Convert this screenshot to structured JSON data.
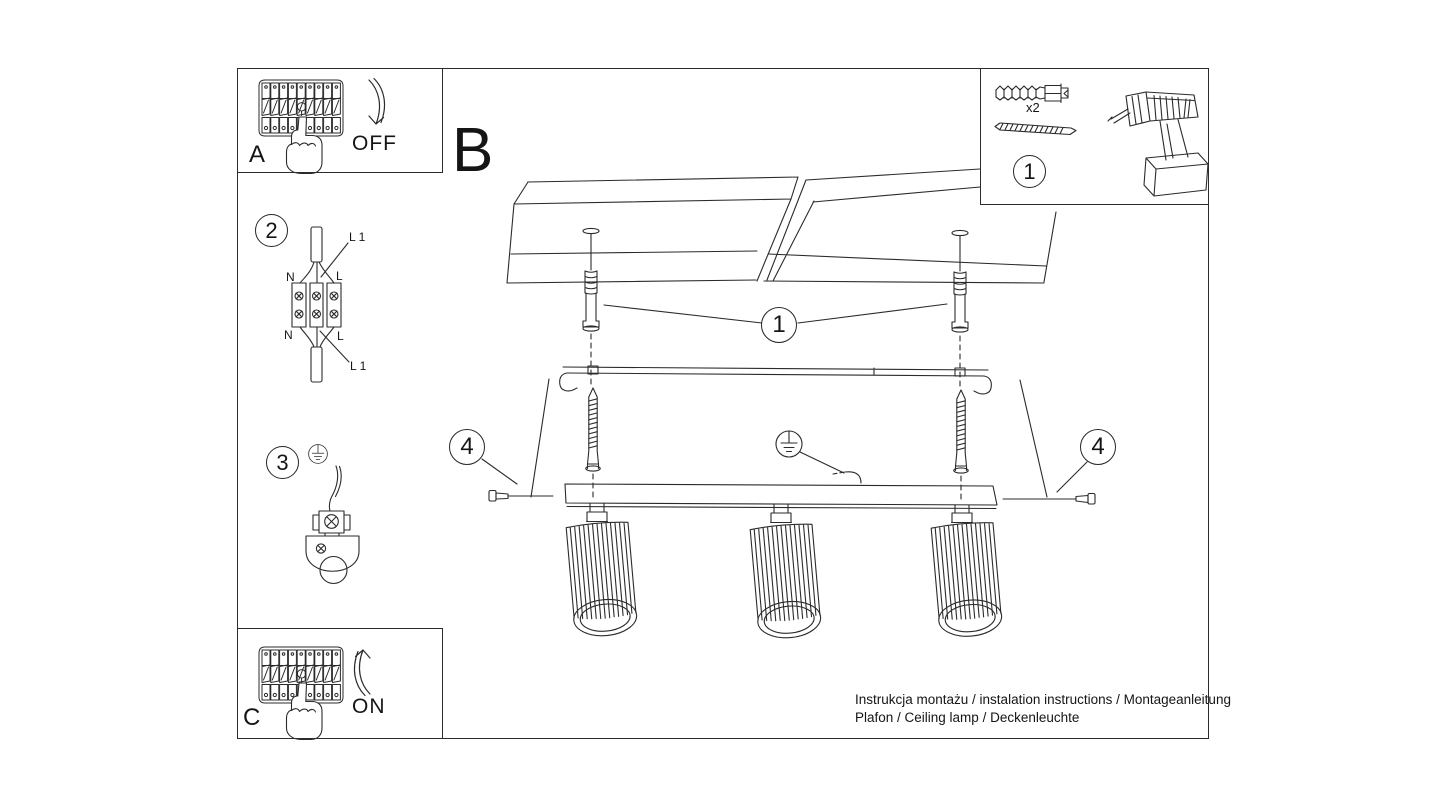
{
  "labels": {
    "step_a": "A",
    "step_b": "B",
    "step_c": "C",
    "power_off": "OFF",
    "power_on": "ON",
    "quantity_x2": "x2"
  },
  "callouts": {
    "one": "1",
    "two": "2",
    "three": "3",
    "four": "4"
  },
  "wiring": {
    "live_top": "L 1",
    "neutral_top": "N",
    "line_top": "L",
    "neutral_bottom": "N",
    "line_bottom": "L",
    "live_bottom": "L 1"
  },
  "footer": {
    "line1": "Instrukcja montażu / instalation instructions / Montageanleitung",
    "line2": "Plafon / Ceiling lamp / Deckenleuchte"
  },
  "colors": {
    "line": "#2b2b2b",
    "background": "#ffffff",
    "text": "#151515"
  }
}
